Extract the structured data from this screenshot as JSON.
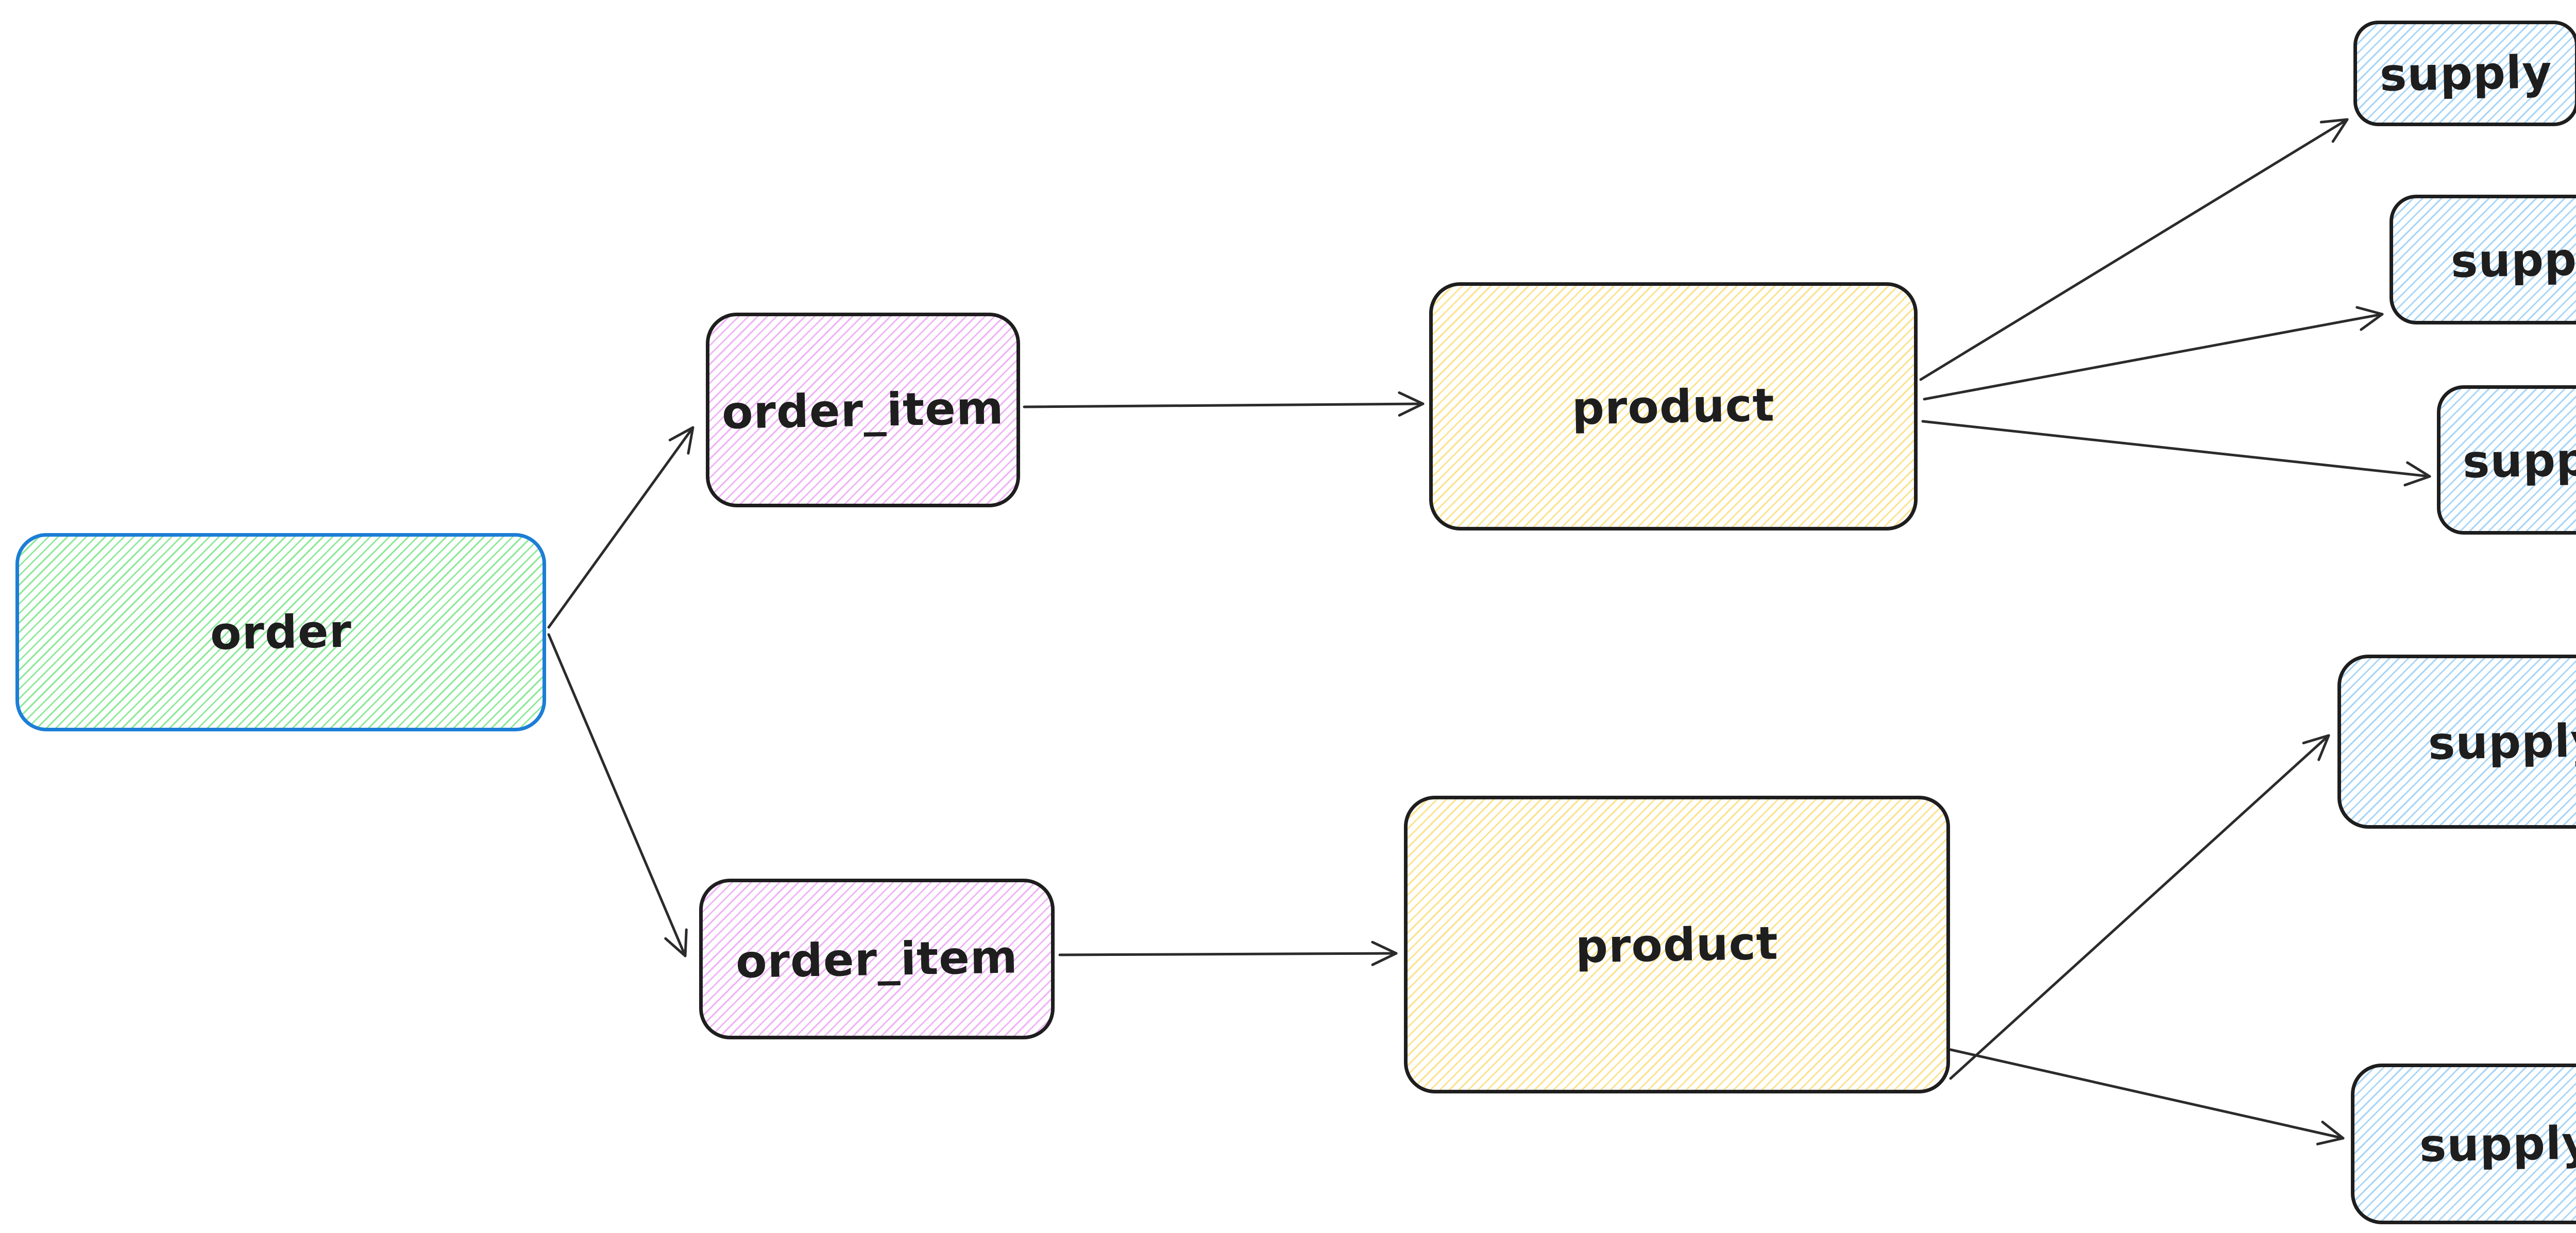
{
  "diagram": {
    "type": "flowchart",
    "background_color": "#ffffff",
    "arrow_color": "#2b2b2b",
    "text_color": "#1e1e1e",
    "nodes": [
      {
        "id": "order",
        "label": "order",
        "stroke": "#1c7ed6",
        "hatch": "#8ce99a"
      },
      {
        "id": "order_item_top",
        "label": "order_item",
        "stroke": "#1e1e1e",
        "hatch": "#f0b3f7"
      },
      {
        "id": "order_item_bottom",
        "label": "order_item",
        "stroke": "#1e1e1e",
        "hatch": "#f0b3f7"
      },
      {
        "id": "product_top",
        "label": "product",
        "stroke": "#1e1e1e",
        "hatch": "#fce28c"
      },
      {
        "id": "product_bottom",
        "label": "product",
        "stroke": "#1e1e1e",
        "hatch": "#fce28c"
      },
      {
        "id": "supply_1",
        "label": "supply",
        "stroke": "#1e1e1e",
        "hatch": "#a8d5f7"
      },
      {
        "id": "supply_2",
        "label": "supply",
        "stroke": "#1e1e1e",
        "hatch": "#a8d5f7"
      },
      {
        "id": "supply_3",
        "label": "supply",
        "stroke": "#1e1e1e",
        "hatch": "#a8d5f7"
      },
      {
        "id": "supply_4",
        "label": "supply",
        "stroke": "#1e1e1e",
        "hatch": "#a8d5f7"
      },
      {
        "id": "supply_5",
        "label": "supply",
        "stroke": "#1e1e1e",
        "hatch": "#a8d5f7"
      }
    ],
    "edges": [
      {
        "from": "order",
        "to": "order_item_top"
      },
      {
        "from": "order",
        "to": "order_item_bottom"
      },
      {
        "from": "order_item_top",
        "to": "product_top"
      },
      {
        "from": "order_item_bottom",
        "to": "product_bottom"
      },
      {
        "from": "product_top",
        "to": "supply_1"
      },
      {
        "from": "product_top",
        "to": "supply_2"
      },
      {
        "from": "product_top",
        "to": "supply_3"
      },
      {
        "from": "product_bottom",
        "to": "supply_4"
      },
      {
        "from": "product_bottom",
        "to": "supply_5"
      }
    ]
  }
}
